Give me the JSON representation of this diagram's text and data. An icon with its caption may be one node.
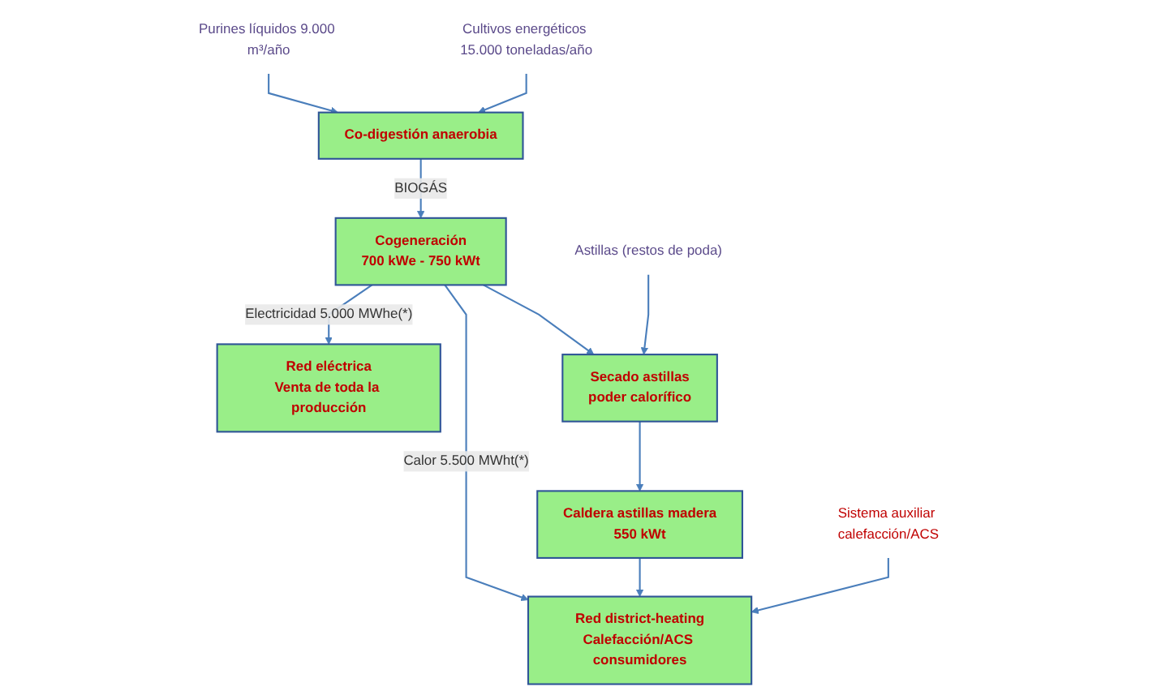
{
  "diagram": {
    "nodes": [
      {
        "text": [
          "Purines líquidos 9.000 m³/año"
        ]
      },
      {
        "text": [
          "Cultivos energéticos 15.000 toneladas/año"
        ]
      },
      {
        "text": [
          "Co-digestión anaerobia"
        ]
      },
      {
        "text": [
          "Cogeneración",
          "700 kWe - 750 kWt"
        ]
      },
      {
        "text": [
          "Red eléctrica",
          "Venta de toda la producción"
        ]
      },
      {
        "text": [
          "Red district-heating",
          "Calefacción/ACS consumidores"
        ]
      },
      {
        "text": [
          "Secado astillas",
          "poder calorífico"
        ]
      },
      {
        "text": [
          "Caldera astillas madera",
          "550 kWt"
        ]
      },
      {
        "text": [
          "Astillas (restos de poda)"
        ]
      },
      {
        "text": [
          "Sistema auxiliar calefacción/ACS"
        ]
      }
    ],
    "edges": [
      {
        "from": 0,
        "to": 2,
        "arrow": "to"
      },
      {
        "from": 1,
        "to": 2,
        "arrow": "to"
      },
      {
        "from": 2,
        "to": 3,
        "arrow": "to",
        "label": "BIOGÁS"
      },
      {
        "from": 3,
        "to": 4,
        "arrow": "to",
        "label": "Electricidad 5.000 MWhe(*)"
      },
      {
        "from": 3,
        "to": 5,
        "arrow": "to",
        "label": "Calor 5.500 MWht(*)"
      },
      {
        "from": 3,
        "to": 6,
        "arrow": "to"
      },
      {
        "from": 6,
        "to": 7,
        "arrow": "to"
      },
      {
        "from": 7,
        "to": 5,
        "arrow": "to"
      },
      {
        "from": 8,
        "to": 6,
        "arrow": "to"
      },
      {
        "from": 9,
        "to": 5,
        "arrow": "to"
      }
    ]
  }
}
